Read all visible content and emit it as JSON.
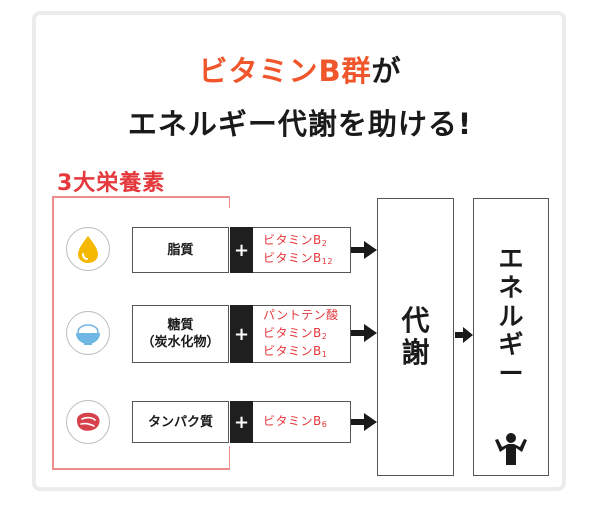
{
  "title": {
    "line1_accent": "ビタミンB群",
    "line1_rest": "が",
    "line2": "エネルギー代謝を助ける!"
  },
  "bracket_label": "3大栄養素",
  "rows": [
    {
      "icon": "oil-drop-icon",
      "nutrient_lines": [
        "脂質"
      ],
      "plus": "+",
      "vitamins": [
        {
          "text": "ビタミンB",
          "sub": "2"
        },
        {
          "text": "ビタミンB",
          "sub": "12"
        }
      ]
    },
    {
      "icon": "rice-bowl-icon",
      "nutrient_lines": [
        "糖質",
        "（炭水化物）"
      ],
      "plus": "+",
      "vitamins": [
        {
          "text": "パントテン酸",
          "sub": ""
        },
        {
          "text": "ビタミンB",
          "sub": "2"
        },
        {
          "text": "ビタミンB",
          "sub": "1"
        }
      ]
    },
    {
      "icon": "meat-icon",
      "nutrient_lines": [
        "タンパク質"
      ],
      "plus": "+",
      "vitamins": [
        {
          "text": "ビタミンB",
          "sub": "6"
        }
      ]
    }
  ],
  "metabolism": [
    "代",
    "謝"
  ],
  "energy": [
    "エ",
    "ネ",
    "ル",
    "ギ",
    "ー"
  ],
  "energy_icon": "person-arms-up-icon",
  "colors": {
    "accent_orange": "#f0552b",
    "vitamin_red": "#e5383c",
    "bracket_pink": "#f08b8b",
    "oil_yellow": "#f5b800",
    "rice_blue": "#6fb6e4",
    "meat_red": "#d6404a"
  }
}
